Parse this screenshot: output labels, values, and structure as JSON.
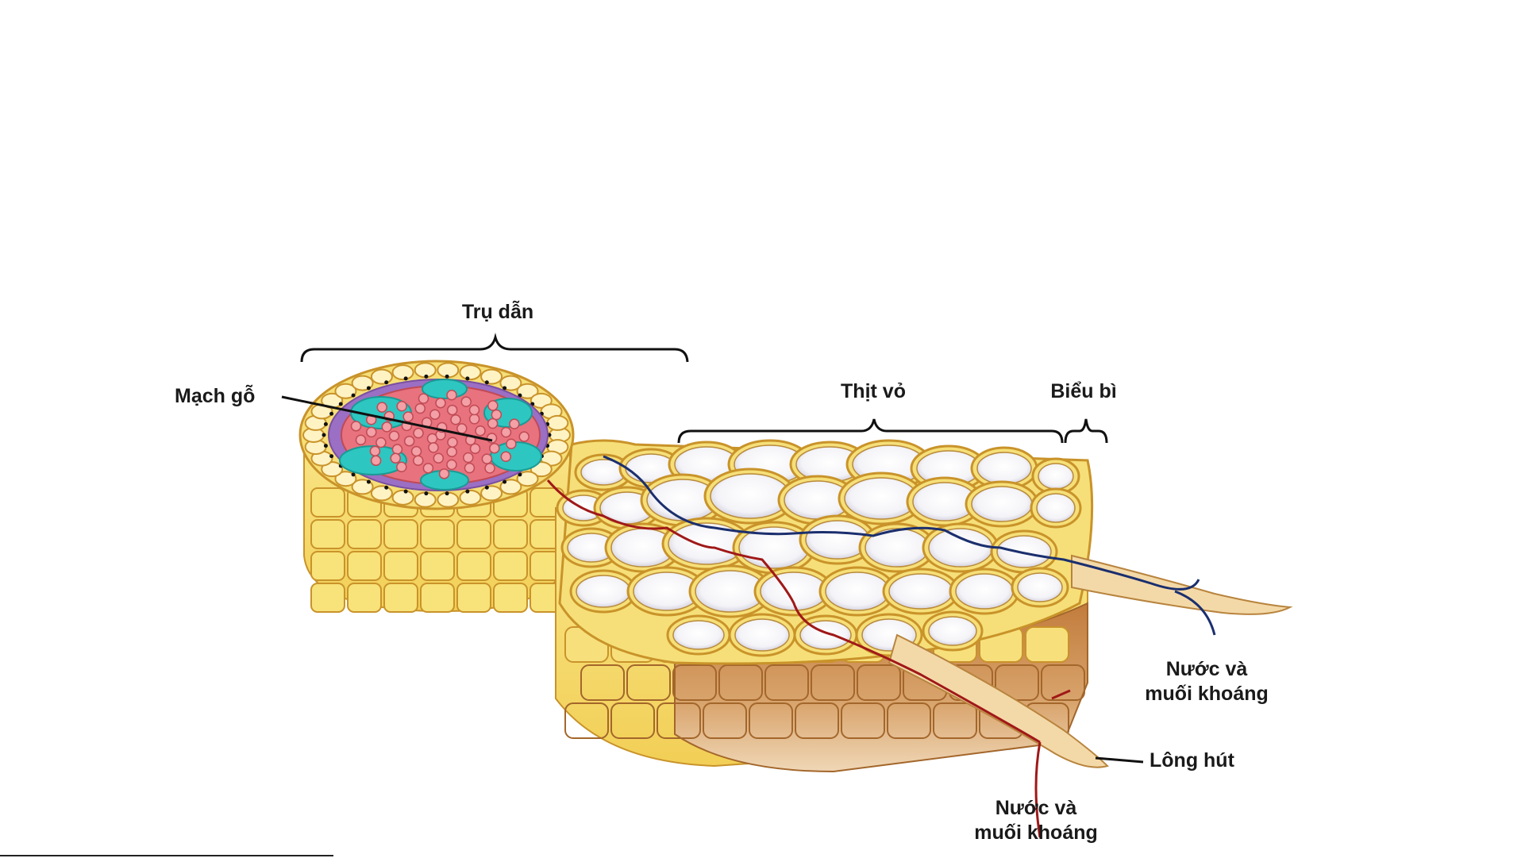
{
  "labels": {
    "stele": "Trụ dẫn",
    "xylem": "Mạch gỗ",
    "cortex": "Thịt vỏ",
    "epidermis": "Biểu bì",
    "water_1": [
      "Nước và",
      "muối khoáng"
    ],
    "root_hair": "Lông hút",
    "water_2": [
      "Nước và",
      "muối khoáng"
    ]
  },
  "colors": {
    "cell_yellow": "#f6df78",
    "cell_outline": "#c9932a",
    "cell_lumen": "#ffffff",
    "xylem_pink": "#e8727d",
    "phloem_teal": "#2ec6c0",
    "pericycle_purple": "#9b6fc4",
    "cut_face_brown": "#c8884a",
    "pathway_red": "#a01818",
    "pathway_blue": "#1b2f6e"
  },
  "icons": [
    "arrow-to-label",
    "brace"
  ]
}
